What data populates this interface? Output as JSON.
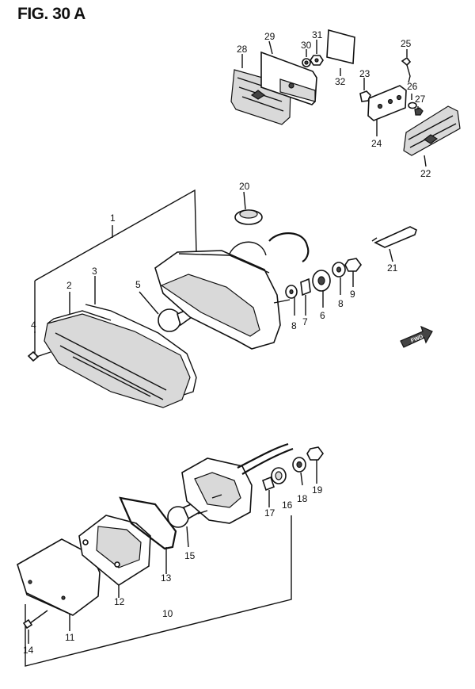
{
  "figure": {
    "title": "FIG. 30 A"
  },
  "direction_badge": "FWD",
  "callouts": {
    "c1": "1",
    "c2": "2",
    "c3": "3",
    "c4": "4",
    "c5": "5",
    "c6": "6",
    "c7": "7",
    "c8a": "8",
    "c8b": "8",
    "c9": "9",
    "c10": "10",
    "c11": "11",
    "c12": "12",
    "c13": "13",
    "c14": "14",
    "c15": "15",
    "c16": "16",
    "c17": "17",
    "c18": "18",
    "c19": "19",
    "c20": "20",
    "c21": "21",
    "c22": "22",
    "c23": "23",
    "c24": "24",
    "c25": "25",
    "c26": "26",
    "c27": "27",
    "c28": "28",
    "c29": "29",
    "c30": "30",
    "c31": "31",
    "c32": "32"
  }
}
